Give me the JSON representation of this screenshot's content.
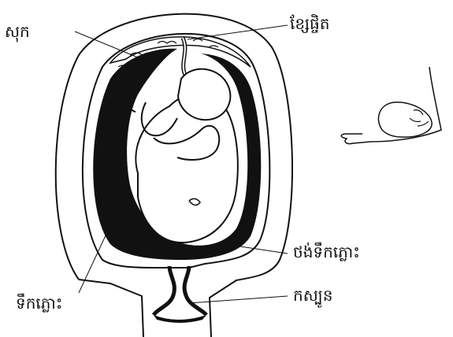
{
  "labels": {
    "placenta": "សុក",
    "umbilical_cord": "ខ្សែផ្ចិត",
    "amniotic_sac": "ថង់ទឹកភ្លោះ",
    "amniotic_fluid": "ទឹកភ្លោះ",
    "cervix": "កស្បូន"
  }
}
